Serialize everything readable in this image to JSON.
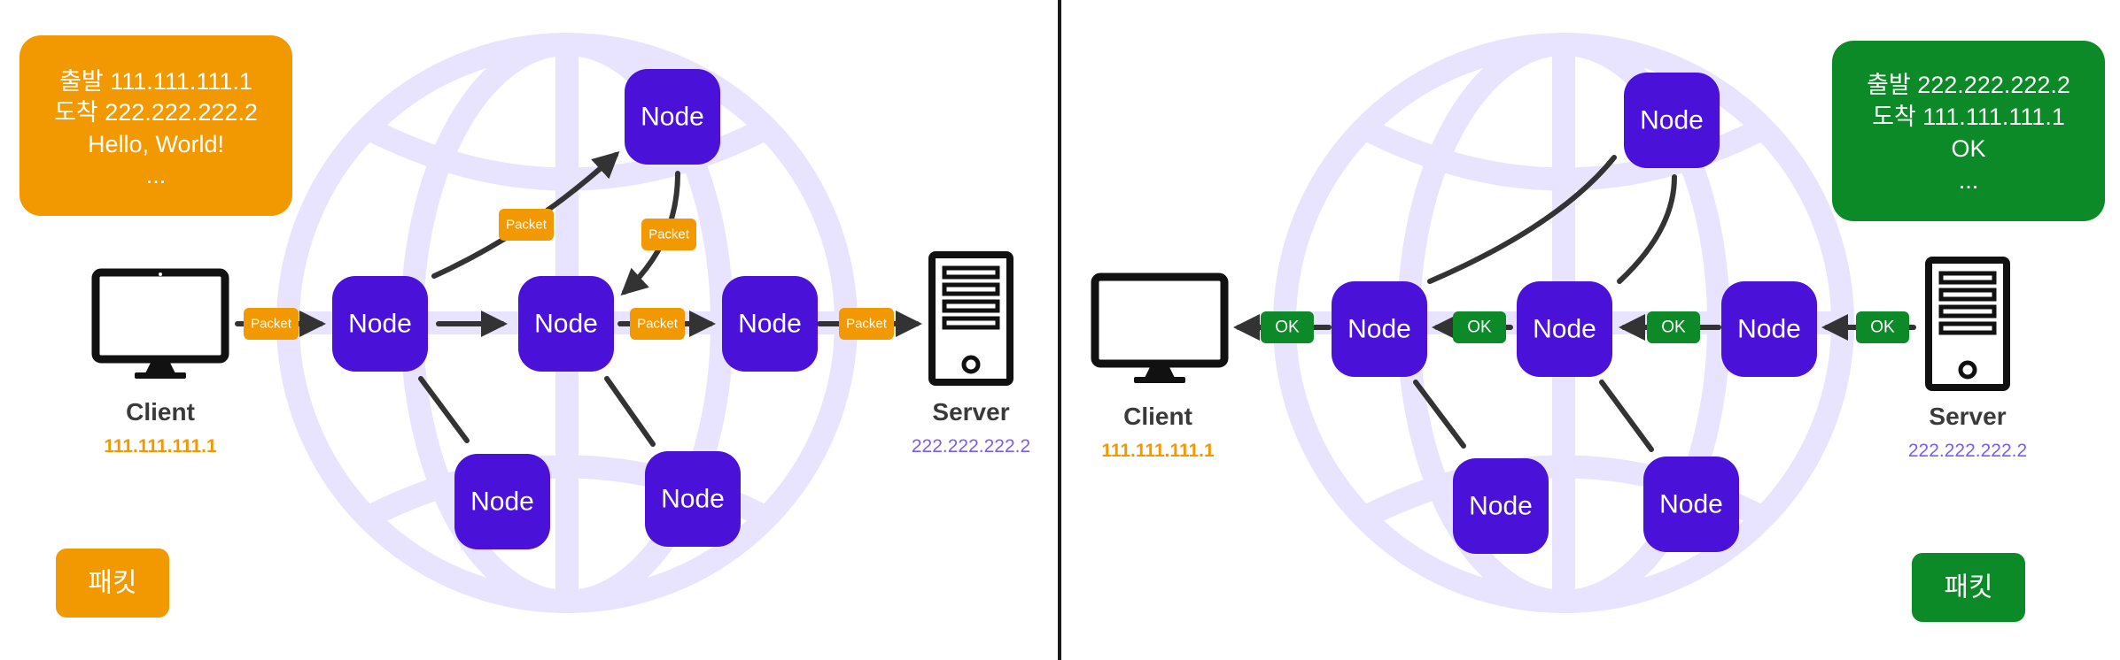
{
  "colors": {
    "node": "#4a12d8",
    "packet_orange": "#f29800",
    "packet_green": "#0b8a27",
    "globe": "#e8e4ff",
    "client_ip": "#f29800",
    "server_ip": "#7a5cf5",
    "arrow": "#333333",
    "divider": "#1a1a1a"
  },
  "left": {
    "info": {
      "line1": "출발  111.111.111.1",
      "line2": "도착  222.222.222.2",
      "line3": "Hello, World!",
      "line4": "..."
    },
    "client": {
      "label": "Client",
      "ip": "111.111.111.1"
    },
    "server": {
      "label": "Server",
      "ip": "222.222.222.2"
    },
    "node_label": "Node",
    "packet_label": "Packet",
    "tag": "패킷"
  },
  "right": {
    "info": {
      "line1": "출발  222.222.222.2",
      "line2": "도착  111.111.111.1",
      "line3": "OK",
      "line4": "..."
    },
    "client": {
      "label": "Client",
      "ip": "111.111.111.1"
    },
    "server": {
      "label": "Server",
      "ip": "222.222.222.2"
    },
    "node_label": "Node",
    "ok_label": "OK",
    "tag": "패킷"
  }
}
